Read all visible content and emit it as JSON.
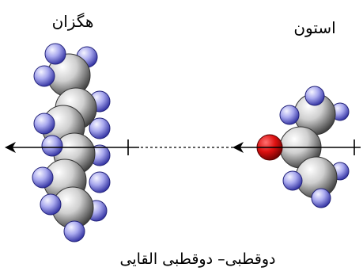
{
  "labels": {
    "hexane": "هگزان",
    "acetone": "استون",
    "caption": "دوقطبی– دوقطبی القایی"
  },
  "colors": {
    "background": "#ffffff",
    "ink": "#000000",
    "carbon_light": "#ffffff",
    "carbon_dark": "#3a3a3a",
    "hydrogen_light": "#e8e8ff",
    "hydrogen_dark": "#3b3bb8",
    "oxygen_light": "#ff5a5a",
    "oxygen_dark": "#7a0000"
  },
  "icons": {
    "hexane_molecule": "hexane-space-filling-model",
    "acetone_molecule": "acetone-space-filling-model",
    "dipole_arrow": "dipole-arrow-with-plus-tail",
    "induced_dipole_arrow": "dipole-arrow-with-plus-tail"
  }
}
